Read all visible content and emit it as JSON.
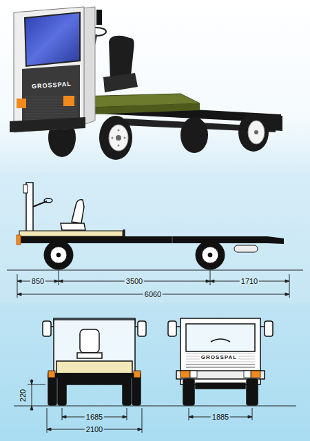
{
  "diagram": {
    "labels": [
      "GROSSPAL",
      "850",
      "3500",
      "1710",
      "6060",
      "220",
      "1685",
      "2100",
      "GROSSPAL",
      "1885"
    ]
  }
}
